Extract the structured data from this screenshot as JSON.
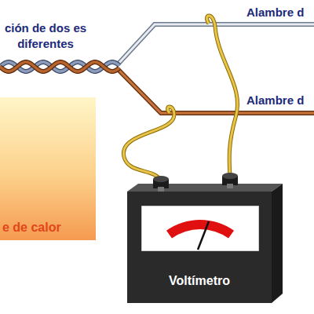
{
  "diagram": {
    "nodes": [
      {
        "text": [
          "e de calor"
        ]
      },
      {
        "text": [
          "Voltímetro"
        ]
      }
    ],
    "labels": [
      "ción de dos es diferentes",
      "Alambre d",
      "Alambre d"
    ]
  }
}
